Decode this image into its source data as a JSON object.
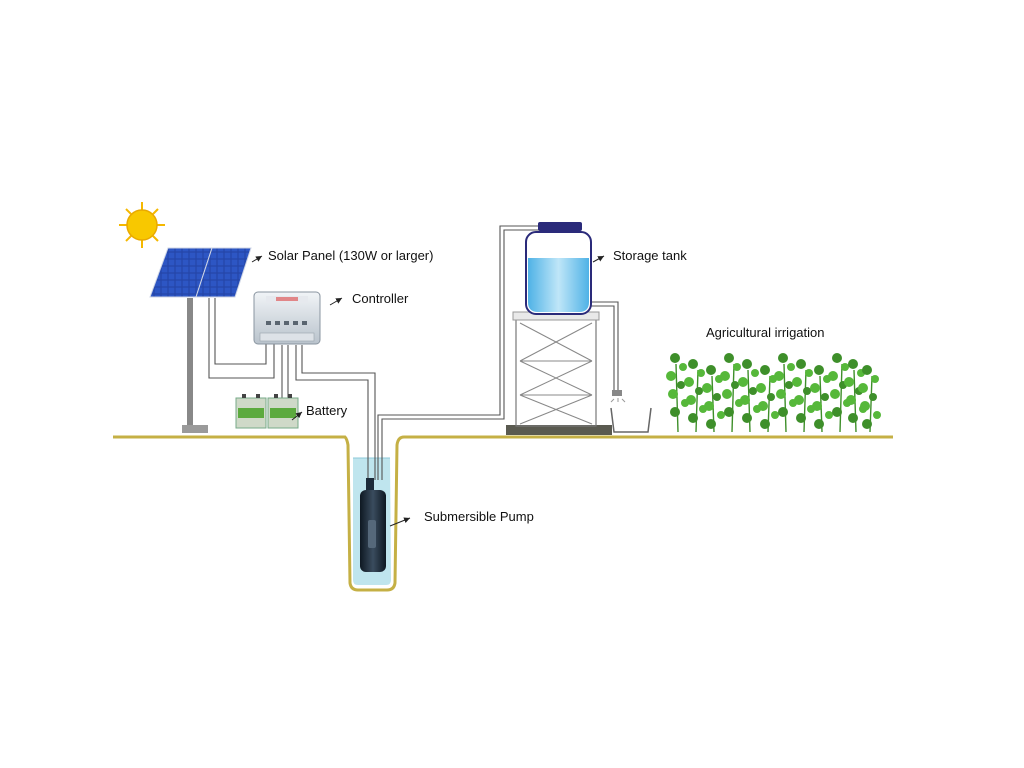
{
  "labels": {
    "solar_panel": "Solar Panel (130W or larger)",
    "controller": "Controller",
    "battery": "Battery",
    "storage_tank": "Storage tank",
    "irrigation": "Agricultural  irrigation",
    "pump": "Submersible Pump"
  },
  "colors": {
    "sun": "#f5c400",
    "panel": "#1f3f9c",
    "ground": "#c8b24a",
    "water": "#bfe5ee",
    "tank_water": "#6fc2ea",
    "plants": "#56b83a",
    "pump": "#1c2b3a"
  }
}
